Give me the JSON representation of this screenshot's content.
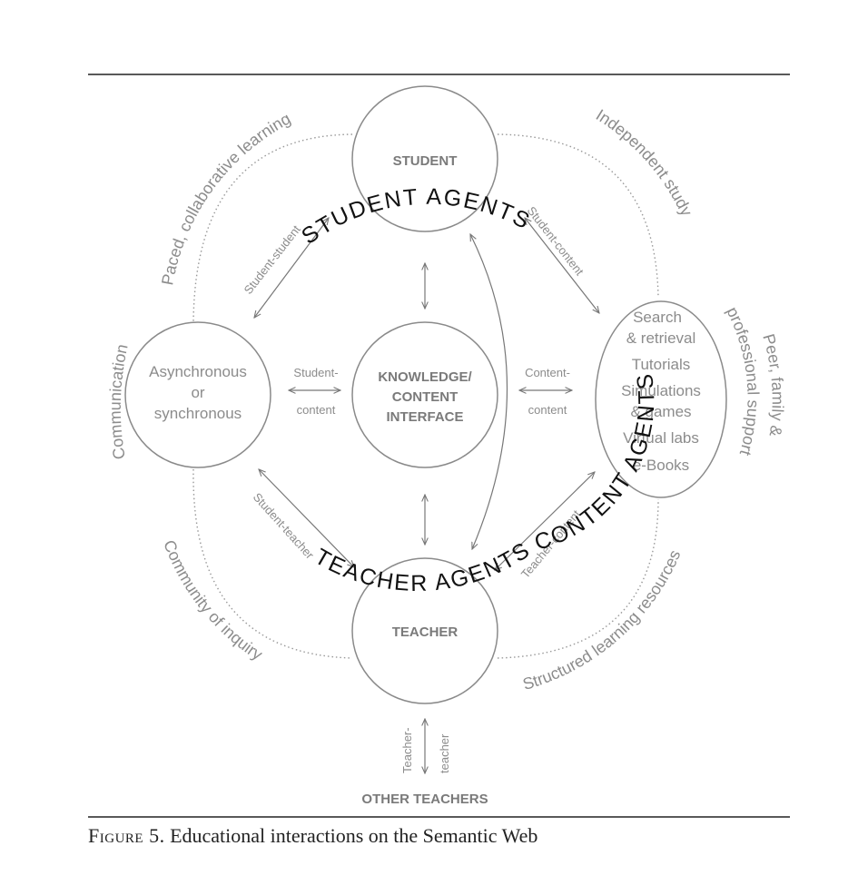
{
  "nodes": {
    "student": "STUDENT",
    "knowledge": [
      "KNOWLEDGE/",
      "CONTENT",
      "INTERFACE"
    ],
    "teacher": "TEACHER",
    "other_teachers": "OTHER TEACHERS",
    "async": [
      "Asynchronous",
      "or",
      "synchronous"
    ],
    "resources": [
      "Search",
      "& retrieval",
      "Tutorials",
      "Simulations",
      "& games",
      "Virtual labs",
      "e-Books"
    ]
  },
  "agents": {
    "student": "STUDENT AGENTS",
    "teacher": "TEACHER AGENTS",
    "content": "CONTENT AGENTS"
  },
  "outer_labels": {
    "paced": "Paced, collaborative learning",
    "independent": "Independent study",
    "communication": "Communication",
    "peer": "Peer, family &",
    "professional": "professional support",
    "community": "Community of inquiry",
    "structured": "Structured learning resources"
  },
  "edge_labels": {
    "student_student": "Student-student",
    "student_content_diag": "Student-content",
    "student_content_h": [
      "Student-",
      "content"
    ],
    "content_content": [
      "Content-",
      "content"
    ],
    "student_teacher": "Student-teacher",
    "teacher_content": "Teacher-content",
    "teacher_teacher": [
      "Teacher-",
      "teacher"
    ]
  },
  "caption": {
    "figure": "Figure 5.",
    "text": "Educational interactions on the Semantic Web"
  }
}
